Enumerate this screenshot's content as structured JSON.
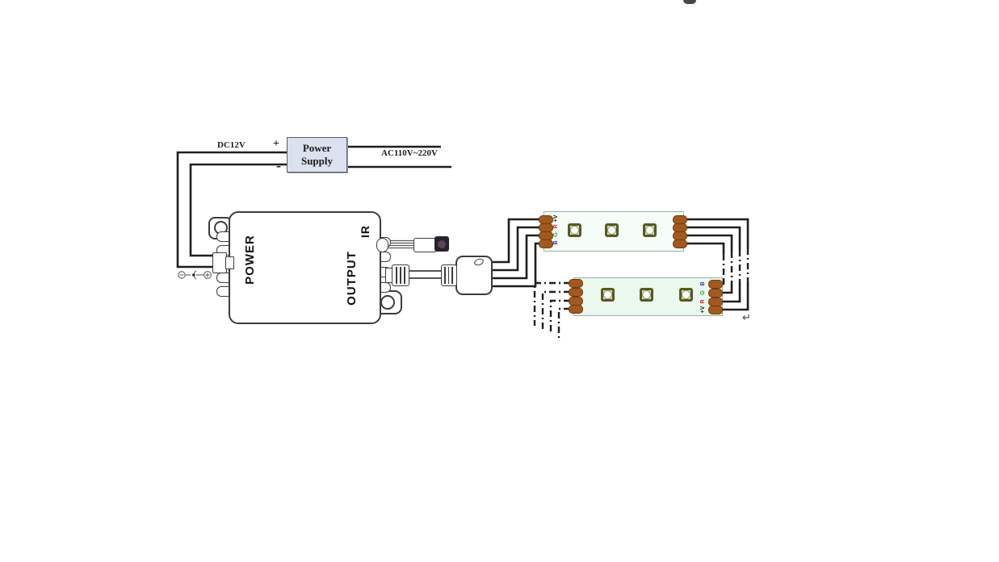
{
  "power_supply": {
    "name_line1": "Power",
    "name_line2": "Supply",
    "dc_voltage": "DC12V",
    "polarity_plus": "+",
    "polarity_minus": "-",
    "ac_voltage": "AC110V~220V"
  },
  "controller": {
    "power_label": "POWER",
    "output_label": "OUTPUT",
    "ir_label": "IR"
  },
  "strips": {
    "strip1_pad_labels": [
      "+V",
      "R",
      "G",
      "B"
    ],
    "strip2_pad_labels": [
      "B",
      "G",
      "R",
      "+V"
    ],
    "strip1_led_count": 3,
    "strip2_led_count": 3
  },
  "misc": {
    "return_mark": "↵"
  },
  "colors": {
    "wire": "#1e1e1e",
    "outline": "#3c3c3c",
    "ps_bg": "#dbe1ee",
    "ps_border": "#5a5c62",
    "strip_border": "#9ab0a8",
    "strip1_bg": "#f6fcf7",
    "strip2_bg": "#ebf8ee",
    "pad": "#a2591f",
    "pad_border": "#6f3c10",
    "label_v": "#222222",
    "label_r": "#cc2a2a",
    "label_g": "#27a42c",
    "label_b": "#3036c2",
    "led_frame": "#565b1d",
    "led_bg": "#dce7cd",
    "ir_sensor_bg": "#28222f",
    "ir_sensor_lens": "#5c4158"
  }
}
